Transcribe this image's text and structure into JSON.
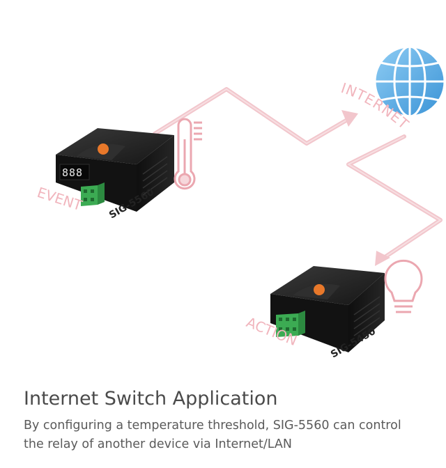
{
  "labels": {
    "internet": "INTERNET",
    "event": "EVENT",
    "action": "ACTION",
    "device_top_model": "SIG-5560",
    "device_bottom_model": "SIG-5450",
    "device_top_display": "888"
  },
  "caption": {
    "title": "Internet Switch Application",
    "line1": "By configuring a temperature threshold, SIG-5560 can control",
    "line2": "the relay of another device via Internet/LAN"
  },
  "colors": {
    "path": "#f2c6cc",
    "path_stroke": "#ea9aa4",
    "label": "#f1b5bd",
    "globe_fill": "#5aaee6",
    "globe_line": "#ffffff",
    "device_body": "#1d1d1d",
    "device_top": "#2a2a2a",
    "terminal": "#3cab53",
    "brand_badge": "#e8782a"
  },
  "icons": [
    "globe-icon",
    "thermometer-icon",
    "light-bulb-icon"
  ]
}
